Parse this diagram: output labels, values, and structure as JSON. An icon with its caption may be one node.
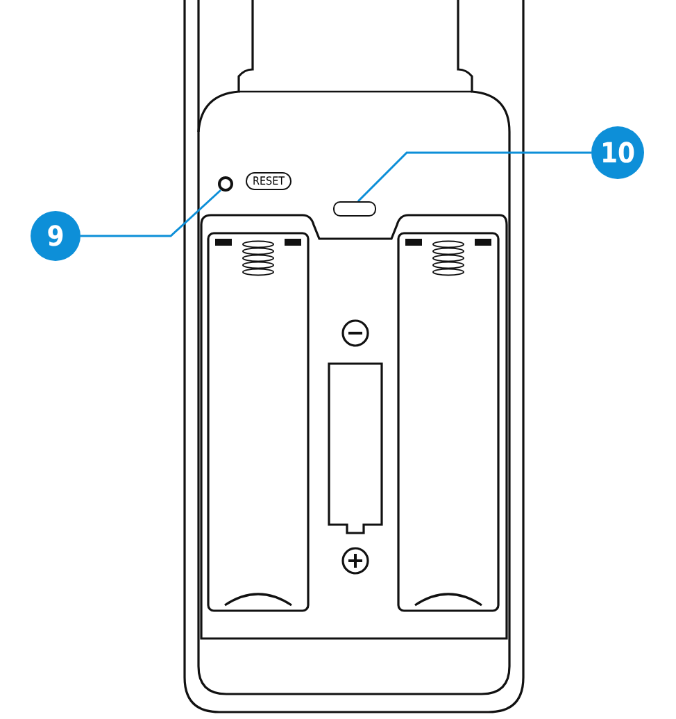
{
  "diagram": {
    "nodes": [
      {
        "text": [
          "9"
        ]
      },
      {
        "text": [],
        "shape": "circle"
      },
      {
        "text": [
          "10"
        ]
      },
      {
        "text": [],
        "shape": "box"
      }
    ],
    "edges": [
      {
        "from": 0,
        "to": 1,
        "arrow": "none"
      },
      {
        "from": 2,
        "to": 3,
        "arrow": "none"
      }
    ],
    "labels": [
      "RESET"
    ]
  }
}
